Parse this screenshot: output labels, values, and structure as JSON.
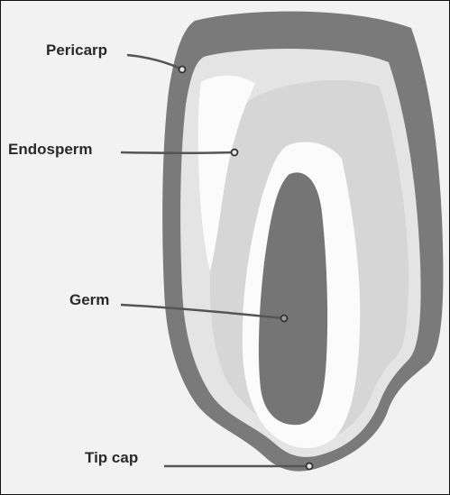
{
  "diagram": {
    "labels": {
      "pericarp": "Pericarp",
      "endosperm": "Endosperm",
      "germ": "Germ",
      "tip_cap": "Tip cap"
    },
    "colors": {
      "pericarp": "#7a7a7a",
      "endosperm_light": "#e4e4e4",
      "endosperm_mid": "#d6d6d6",
      "white_region": "#fbfbfb",
      "germ": "#757575",
      "leader_line": "#555555",
      "background": "#f2f2f2"
    }
  }
}
